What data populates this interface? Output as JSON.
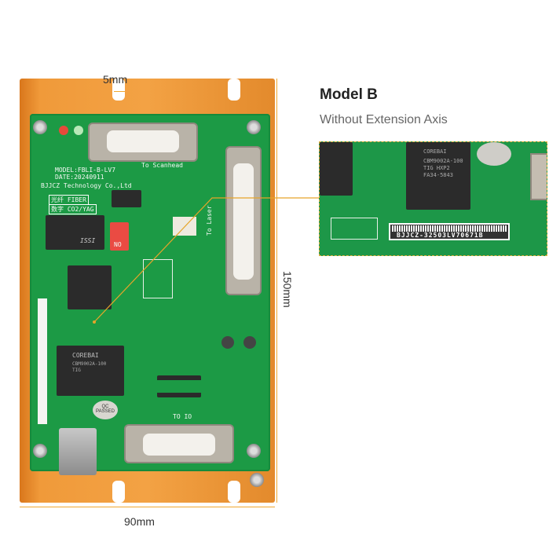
{
  "heading": {
    "title": "Model B",
    "subtitle": "Without Extension Axis"
  },
  "dimensions": {
    "top_gap": "5mm",
    "height": "150mm",
    "width": "90mm"
  },
  "board": {
    "model": "MODEL:FBLI-B-LV7",
    "date": "DATE:20240911",
    "maker": "BJJCZ Technology Co.,Ltd",
    "fiber_label": "光纤 FIBER",
    "co2_label": "数字 CO2/YAG",
    "scanhead_label": "To Scanhead",
    "laser_label": "To Laser",
    "io_label": "TO IO",
    "dip_label": "NO",
    "memory_brand": "ISSI",
    "controller_brand": "COREBAI",
    "controller_model": "CBM9002A-100 TIG",
    "qc_label": "QC PASSED"
  },
  "inset": {
    "serial": "BJJCZ-32503LV70671B",
    "controller_brand": "COREBAI",
    "controller_model": "CBM9002A-100 TIG HXP2 FA34-5843"
  },
  "colors": {
    "plate": "#f09a3a",
    "pcb": "#1c9a45",
    "dimension_line": "#f0a830"
  }
}
